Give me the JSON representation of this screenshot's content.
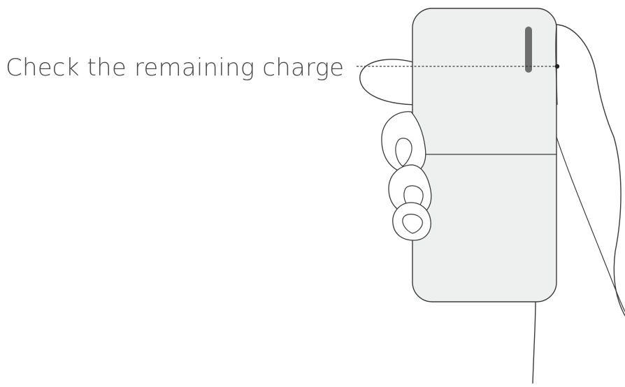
{
  "callout": {
    "text": "Check the remaining charge"
  },
  "colors": {
    "outline": "#3a3a3a",
    "device_fill": "#eef0ef",
    "indicator": "#6e6e6e",
    "text": "#4a4a4a",
    "background": "#ffffff"
  },
  "icons": {
    "hand": "hand-outline",
    "device": "power-bank",
    "indicator": "charge-indicator-bar",
    "cable": "charging-cable"
  }
}
